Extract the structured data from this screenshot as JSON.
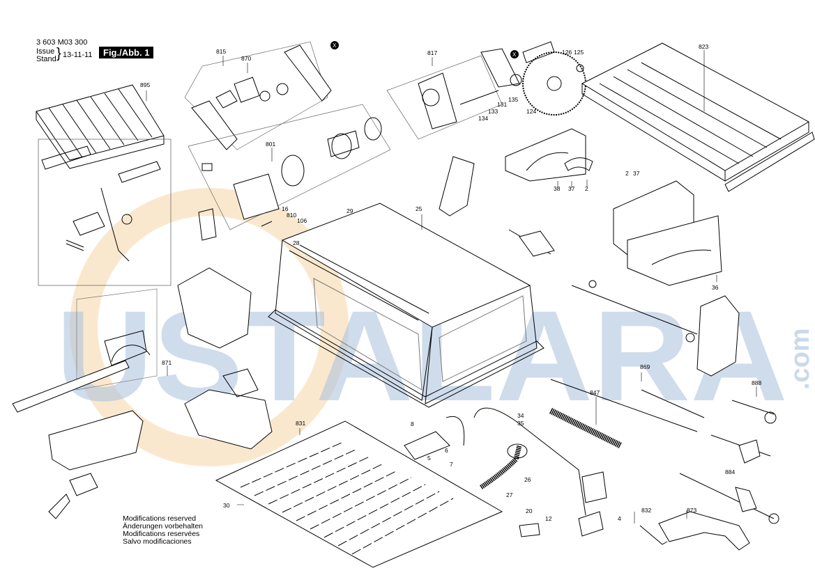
{
  "header": {
    "doc_number": "3 603 M03 300",
    "issue_label": "Issue",
    "stand_label": "Stand",
    "date": "13-11-11",
    "figure_label": "Fig./Abb. 1"
  },
  "watermark": {
    "text": "USTALARA",
    "domain": ".com",
    "color_blue": "#a9c1dd",
    "color_orange": "#f6d6a6"
  },
  "modifications": [
    "Modifications reserved",
    "Änderungen vorbehalten",
    "Modifications reservées",
    "Salvo modificaciones"
  ],
  "parts": {
    "p895": "895",
    "p815": "815",
    "p870": "870",
    "p817": "817",
    "p823": "823",
    "p126": "126",
    "p125": "125",
    "p131": "131",
    "p133": "133",
    "p134": "134",
    "p135": "135",
    "p124": "124",
    "p801": "801",
    "p38": "38",
    "p37a": "37",
    "p2a": "2",
    "p2b": "2",
    "p37b": "37",
    "p29": "29",
    "p25": "25",
    "p16": "16",
    "p810": "810",
    "p106": "106",
    "p28": "28",
    "p36": "36",
    "p871": "871",
    "p869": "869",
    "p888": "888",
    "p847": "847",
    "p831": "831",
    "p34": "34",
    "p35": "35",
    "p8": "8",
    "p5": "5",
    "p6": "6",
    "p7": "7",
    "p26": "26",
    "p27": "27",
    "p884": "884",
    "p30": "30",
    "p20": "20",
    "p12": "12",
    "p4": "4",
    "p832": "832",
    "p873": "873",
    "x1": "X",
    "x2": "X"
  }
}
